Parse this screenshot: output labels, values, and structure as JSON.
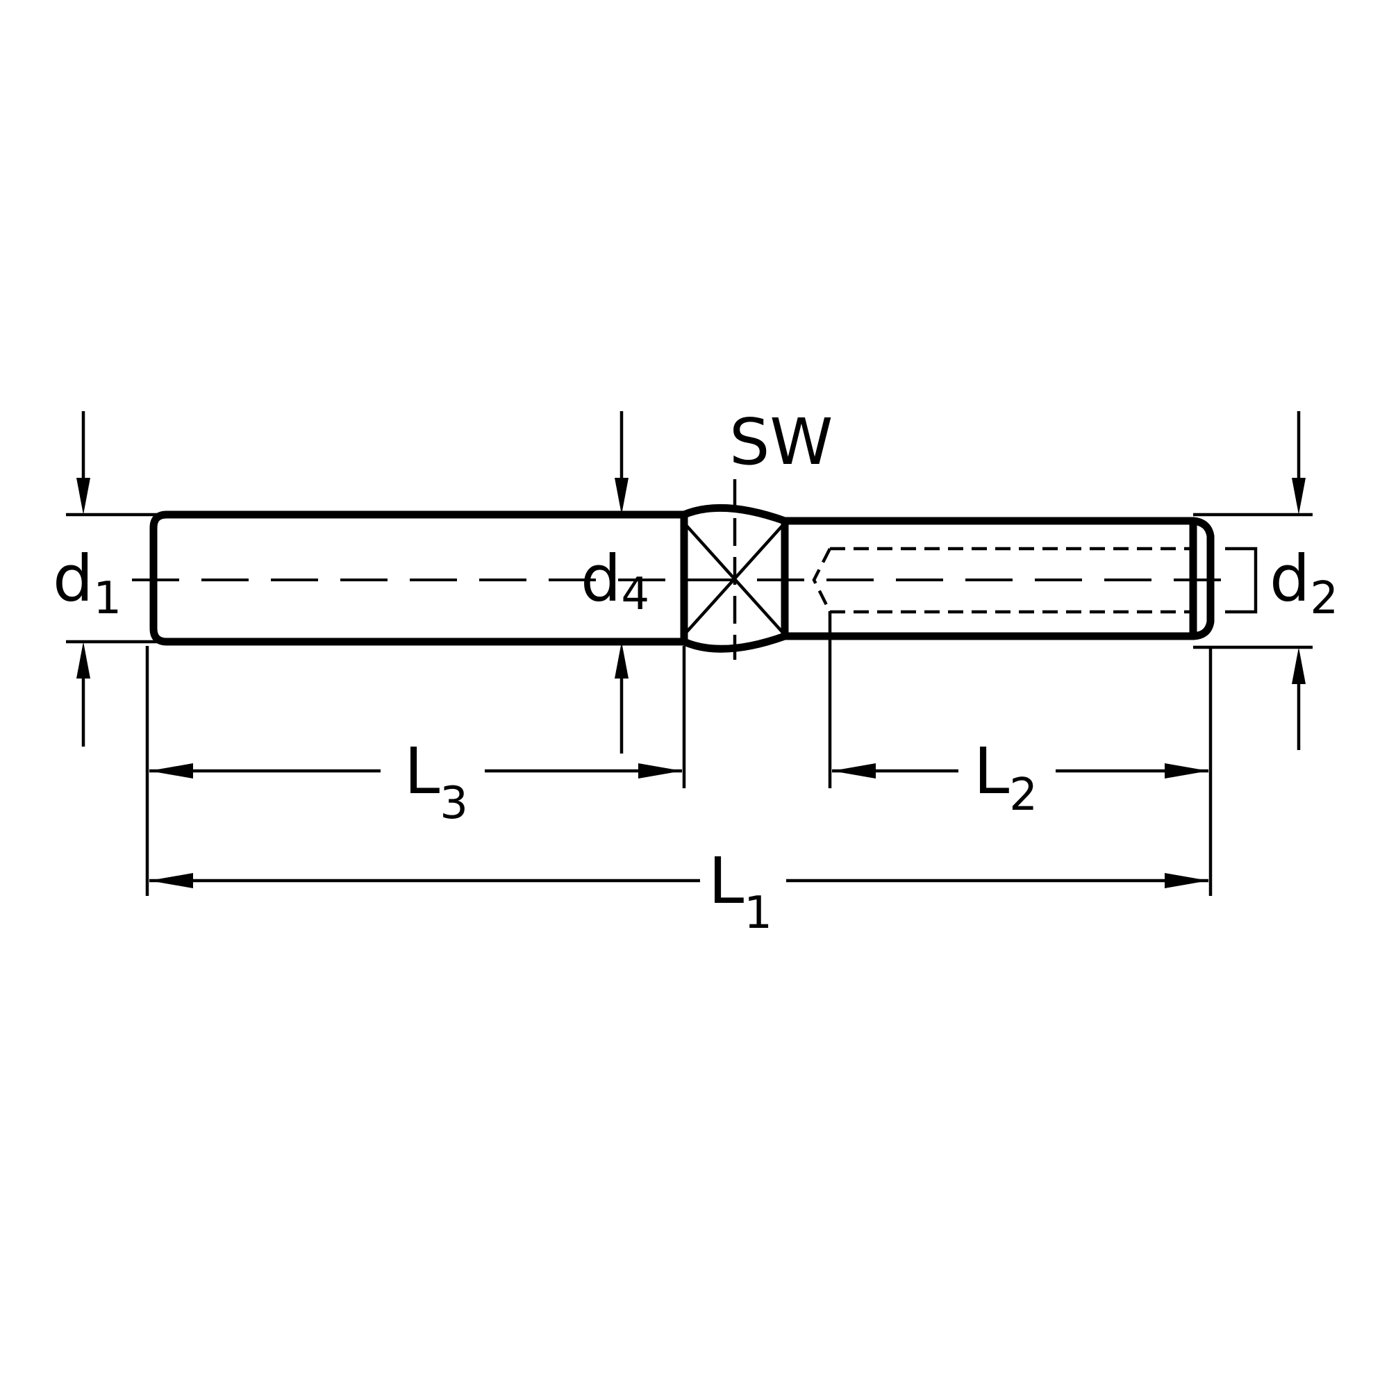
{
  "labels": {
    "sw": "SW",
    "d1": {
      "base": "d",
      "sub": "1"
    },
    "d4": {
      "base": "d",
      "sub": "4"
    },
    "d2": {
      "base": "d",
      "sub": "2"
    },
    "l3": {
      "base": "L",
      "sub": "3"
    },
    "l2": {
      "base": "L",
      "sub": "2"
    },
    "l1": {
      "base": "L",
      "sub": "1"
    }
  },
  "colors": {
    "line": "#000000",
    "background": "#ffffff"
  }
}
